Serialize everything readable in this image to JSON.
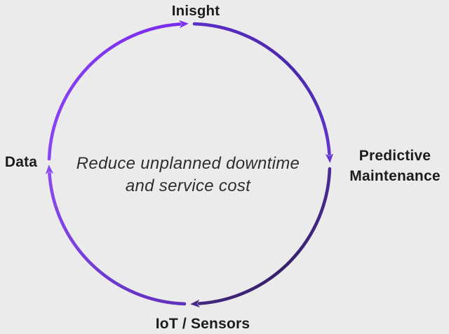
{
  "diagram": {
    "title": "circular process cycle",
    "direction": "clockwise",
    "center_text": "Reduce unplanned downtime\nand service cost",
    "nodes": {
      "top": "Inisght",
      "right": "Predictive\nMaintenance",
      "bottom": "IoT / Sensors",
      "left": "Data"
    },
    "colors": {
      "background": "#ebebeb",
      "label_text": "#1c1c1c",
      "center_text": "#2e2e2e",
      "arc_bright_purple": "#8b46f2",
      "arc_vivid_purple": "#7a2bee",
      "arc_deep_violet": "#4928ac",
      "arc_dark_indigo": "#371f69"
    }
  }
}
